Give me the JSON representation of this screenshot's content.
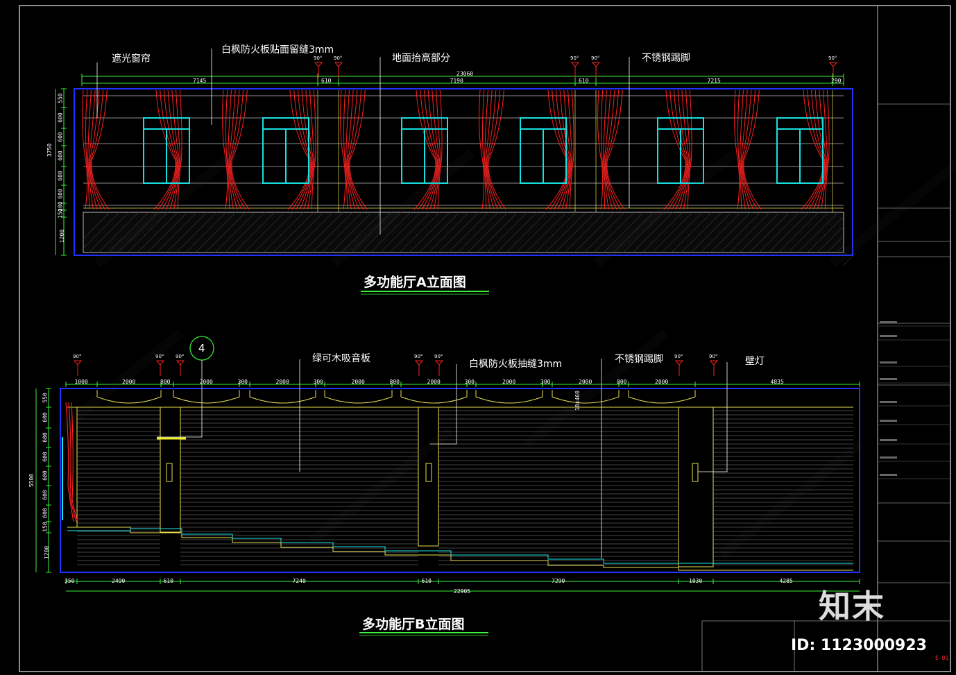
{
  "colors": {
    "background": "#000000",
    "curtain": "#ff2020",
    "window": "#19e0e0",
    "dimension": "#3cf03c",
    "wall_frame": "#2233ff",
    "yellow": "#e8e050",
    "cyan": "#20e8e8",
    "frame": "#bbbbbb"
  },
  "elevation_a": {
    "title": "多功能厅A立面图",
    "labels": {
      "curtain": "遮光窗帘",
      "fireproof_board": "白枫防火板贴面留缝3mm",
      "raised_floor": "地面抬高部分",
      "steel_kick": "不锈钢踢脚"
    },
    "light_angle": "90°",
    "overall_dimension": "23060",
    "top_dimensions": [
      "7145",
      "610",
      "7190",
      "610",
      "7215",
      "290"
    ],
    "left_dimensions": [
      "550",
      "600",
      "600",
      "600",
      "600",
      "600",
      "100",
      "150",
      "1200"
    ],
    "height_total": "3750"
  },
  "elevation_b": {
    "title": "多功能厅B立面图",
    "callout_number": "4",
    "labels": {
      "acoustic_panel": "绿可木吸音板",
      "fireproof_board": "白枫防火板抽缝3mm",
      "steel_kick": "不锈钢踢脚",
      "wall_lamp": "壁灯"
    },
    "light_angle": "90°",
    "top_dimensions": [
      "1000",
      "2000",
      "800",
      "2000",
      "300",
      "2000",
      "300",
      "2000",
      "800",
      "2000",
      "300",
      "2000",
      "300",
      "2000",
      "800",
      "2000",
      "4835"
    ],
    "bottom_dimensions": [
      "350",
      "2490",
      "610",
      "7240",
      "610",
      "7290",
      "1030",
      "4285"
    ],
    "overall_dimension": "22905",
    "left_dimensions": [
      "550",
      "600",
      "600",
      "600",
      "600",
      "600",
      "600",
      "150",
      "1200"
    ],
    "height_total": "5500",
    "vertical_note": "10x460"
  },
  "title_block": {
    "drawing_no": "E-01"
  },
  "watermark": {
    "logo_text": "知末",
    "id_text": "ID: 1123000923"
  }
}
